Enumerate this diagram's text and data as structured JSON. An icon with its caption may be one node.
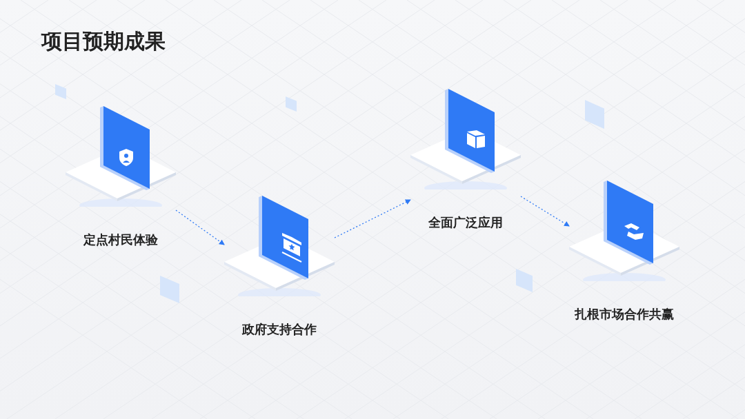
{
  "diagram": {
    "title": "项目预期成果",
    "nodes": [
      {
        "text": [
          "定点村民体验"
        ]
      },
      {
        "text": [
          "政府支持合作"
        ]
      },
      {
        "text": [
          "全面广泛应用"
        ]
      },
      {
        "text": [
          "扎根市场合作共赢"
        ]
      }
    ],
    "edges": [
      {
        "from": 0,
        "to": 1,
        "arrow": "to"
      },
      {
        "from": 1,
        "to": 2,
        "arrow": "to"
      },
      {
        "from": 2,
        "to": 3,
        "arrow": "to"
      }
    ]
  }
}
